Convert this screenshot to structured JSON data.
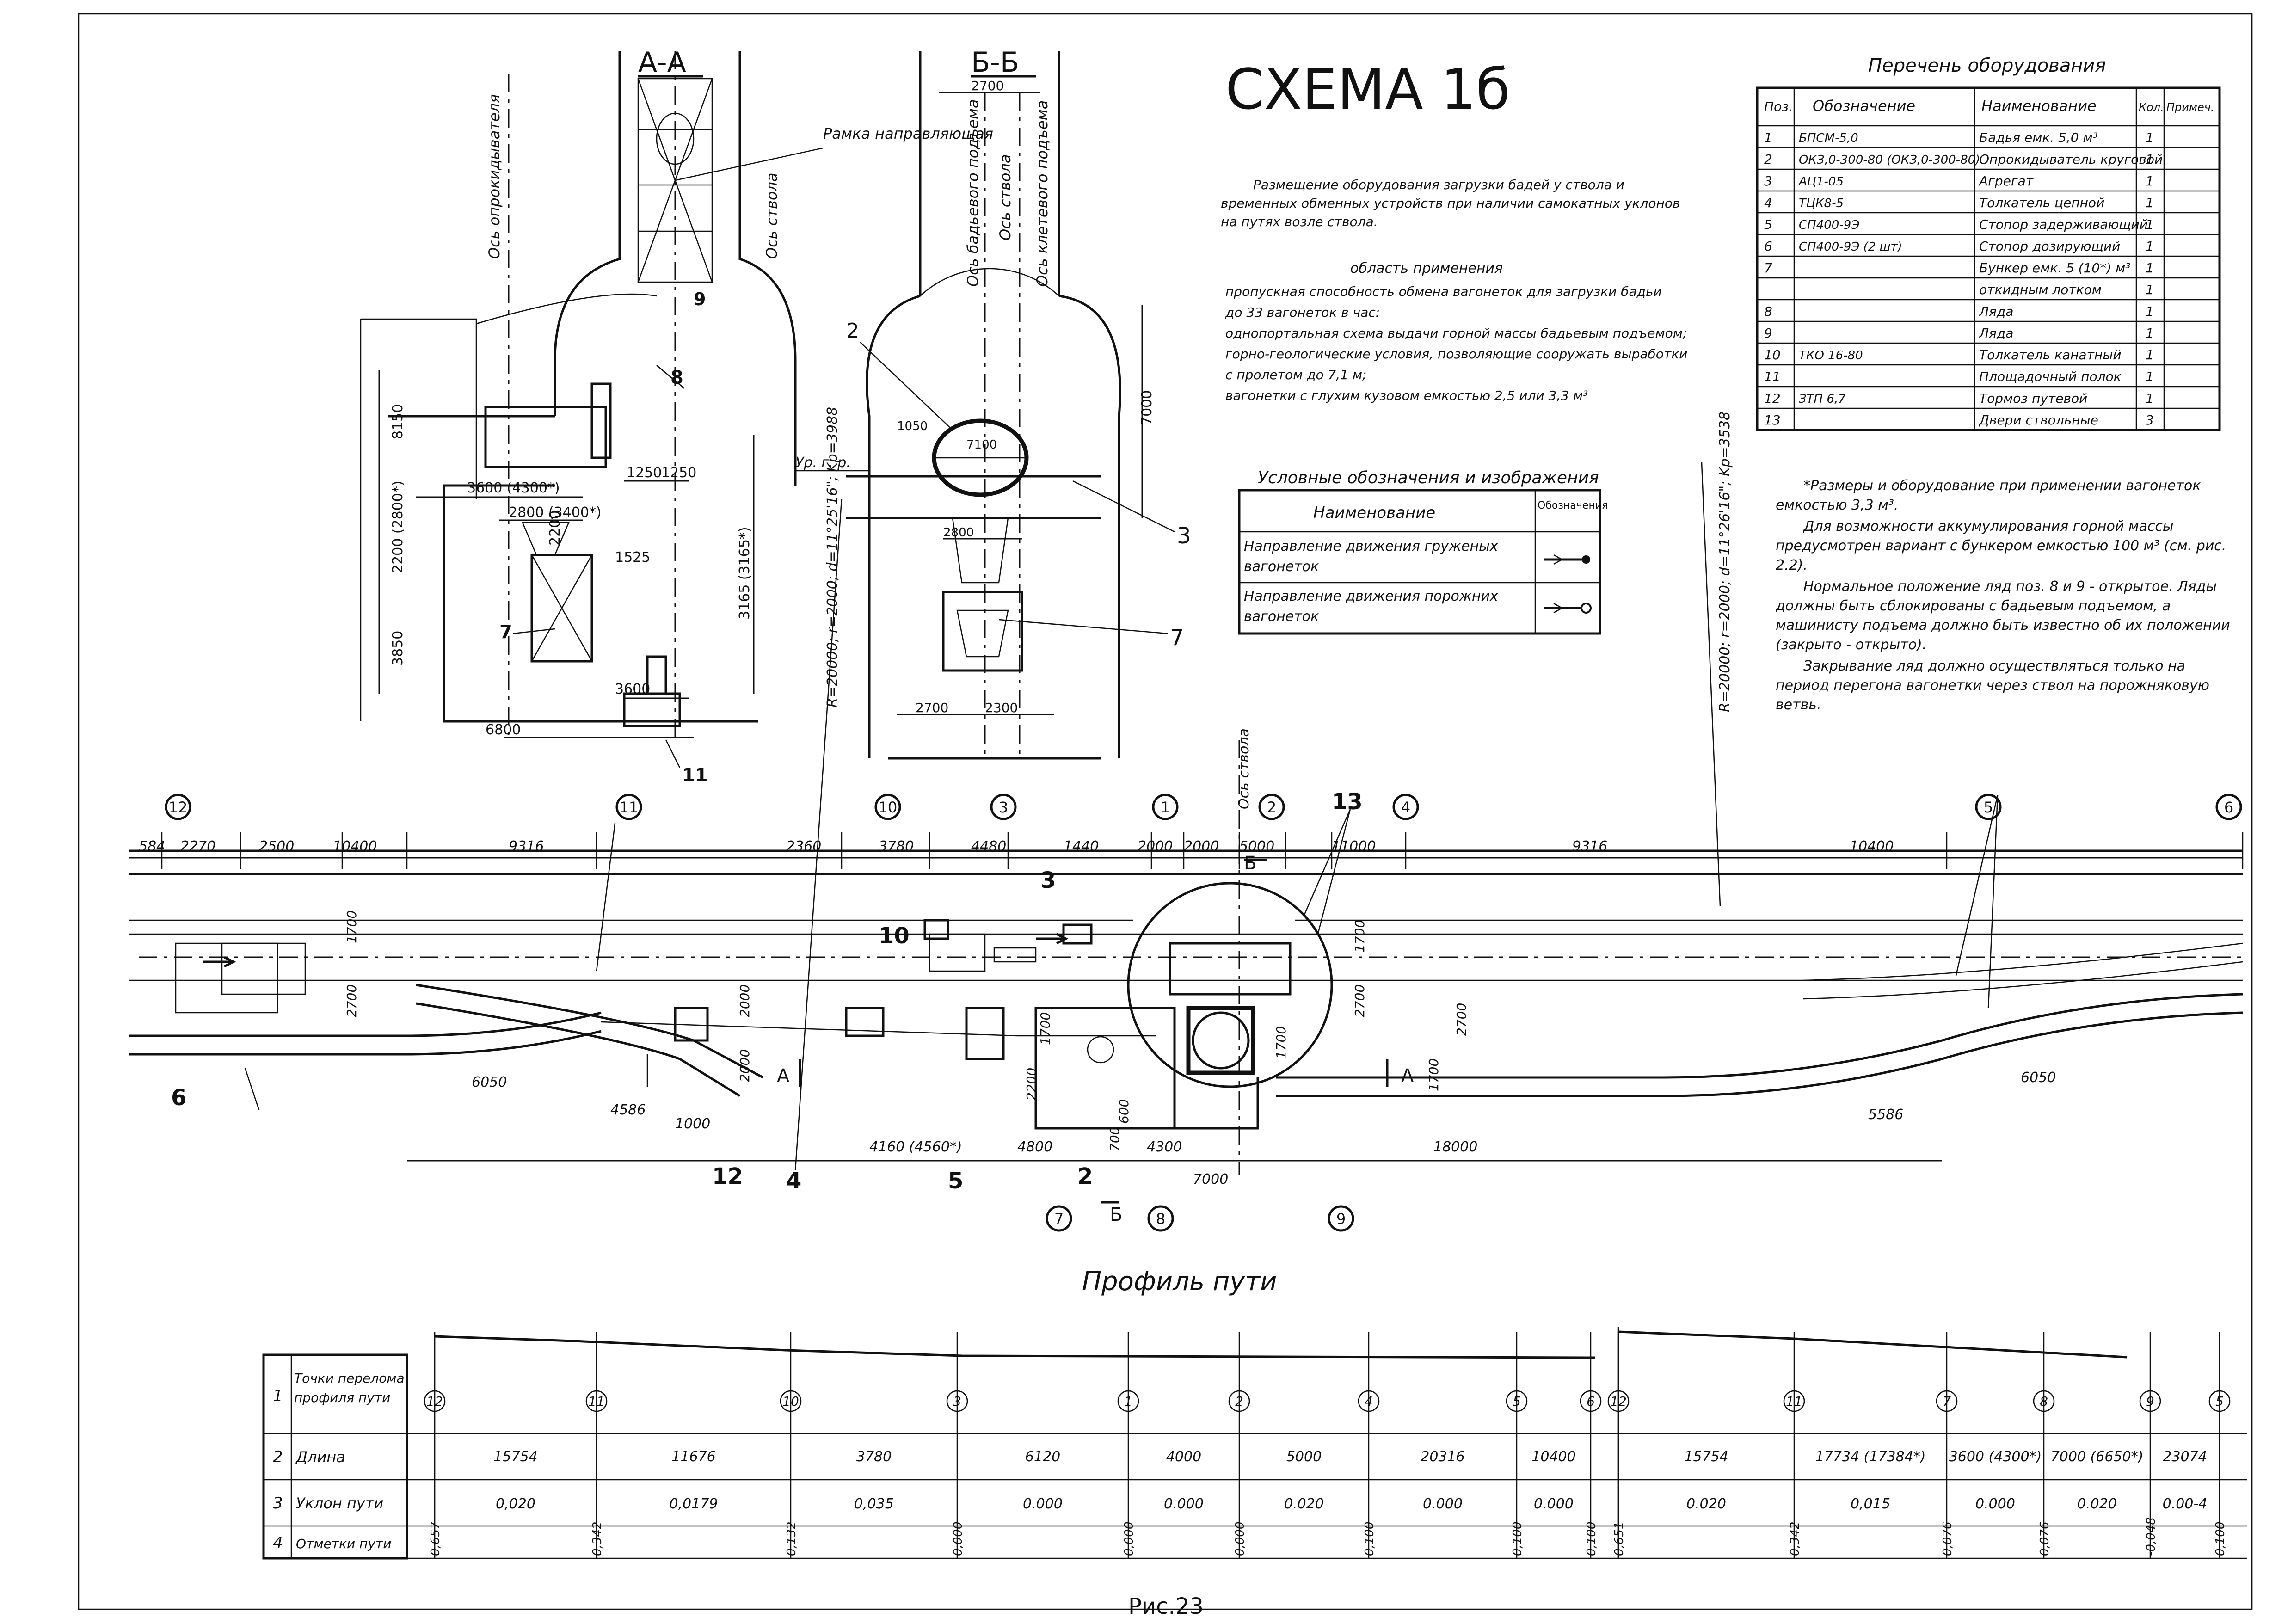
{
  "title": "СХЕМА 1б",
  "figure_caption": "Рис.23",
  "sections": {
    "aa": "А-А",
    "bb": "Б-Б"
  },
  "section_aa": {
    "frame_label": "Рамка направляющая",
    "axis_left": "Ось опрокидывателя",
    "axis_right": "Ось ствола",
    "dims": [
      "3600 (4300*)",
      "1250",
      "1250",
      "2800 (3400*)",
      "1525",
      "3600",
      "6800",
      "2200 (2800*)",
      "8150",
      "3850",
      "3165 (3165*)",
      "2200"
    ],
    "pos_labels": [
      "9",
      "8",
      "7",
      "11"
    ]
  },
  "section_bb": {
    "axis_1": "Ось бадьевого подъема",
    "axis_2": "Ось ствола",
    "axis_3": "Ось клетевого подъема",
    "level": "Ур. г. р.",
    "dims": [
      "2700",
      "1050",
      "7100",
      "2800",
      "7000",
      "2700",
      "2300"
    ],
    "pos_labels": [
      "2",
      "3",
      "7"
    ]
  },
  "description": {
    "paragraph": "Размещение оборудования загрузки бадей у ствола и временных обменных устройств при наличии самокатных уклонов на путях возле ствола.",
    "scope_title": "область применения",
    "scope_lines": [
      "пропускная способность обмена вагонеток для загрузки бадьи",
      "до 33 вагонеток в час:",
      "однопортальная схема выдачи горной массы бадьевым подъемом;",
      "горно-геологические условия, позволяющие сооружать выработки",
      "с пролетом до 7,1 м;",
      "вагонетки с глухим кузовом емкостью 2,5 или 3,3 м³"
    ]
  },
  "equipment": {
    "title": "Перечень оборудования",
    "headers": [
      "Поз.",
      "Обозначение",
      "Наименование",
      "Кол.",
      "Примеч."
    ],
    "rows": [
      [
        "1",
        "БПСМ-5,0",
        "Бадья емк. 5,0 м³",
        "1",
        ""
      ],
      [
        "2",
        "ОКЗ,0-300-80 (ОКЗ,0-300-80)",
        "Опрокидыватель круговой",
        "1",
        ""
      ],
      [
        "3",
        "АЦ1-05",
        "Агрегат",
        "1",
        ""
      ],
      [
        "4",
        "ТЦК8-5",
        "Толкатель цепной",
        "1",
        ""
      ],
      [
        "5",
        "СП400-9Э",
        "Стопор задерживающий",
        "1",
        ""
      ],
      [
        "6",
        "СП400-9Э (2 шт)",
        "Стопор дозирующий",
        "1",
        ""
      ],
      [
        "7",
        "",
        "Бункер емк. 5 (10*) м³",
        "1",
        ""
      ],
      [
        "",
        "",
        "откидным лотком",
        "1",
        ""
      ],
      [
        "8",
        "",
        "Ляда",
        "1",
        ""
      ],
      [
        "9",
        "",
        "Ляда",
        "1",
        ""
      ],
      [
        "10",
        "ТКО 16-80",
        "Толкатель канатный",
        "1",
        ""
      ],
      [
        "11",
        "",
        "Площадочный полок",
        "1",
        ""
      ],
      [
        "12",
        "ЗТП 6,7",
        "Тормоз путевой",
        "1",
        ""
      ],
      [
        "13",
        "",
        "Двери ствольные",
        "3",
        ""
      ]
    ]
  },
  "legend": {
    "title": "Условные обозначения и изображения",
    "headers": [
      "Наименование",
      "Обозначения"
    ],
    "rows": [
      [
        "Направление движения груженых вагонеток"
      ],
      [
        "Направление движения порожних вагонеток"
      ]
    ]
  },
  "notes": [
    "*Размеры и оборудование при применении вагонеток емкостью 3,3 м³.",
    "Для возможности аккумулирования горной массы предусмотрен вариант с бункером емкостью 100 м³ (см. рис. 2.2).",
    "Нормальное положение ляд поз. 8 и 9 - открытое. Ляды должны быть сблокированы с бадьевым подъемом, а машинисту подъема должно быть известно об их положении (закрыто - открыто).",
    "Закрывание ляд должно осуществляться только на период перегона вагонетки через ствол на порожняковую ветвь."
  ],
  "plan": {
    "top_dims": [
      "584",
      "2270",
      "2500",
      "10400",
      "9316",
      "2360",
      "3780",
      "4480",
      "1440",
      "2000",
      "2000",
      "5000",
      "11000",
      "9316",
      "10400"
    ],
    "bottom_dims": [
      "6050",
      "4586",
      "1000",
      "4160 (4560*)",
      "4800",
      "4300",
      "7000",
      "18000",
      "5586",
      "6050"
    ],
    "side_dims": [
      "1700",
      "2700",
      "2000",
      "2000",
      "1700",
      "2200",
      "2700",
      "1700",
      "1700",
      "2700",
      "600",
      "700",
      "1700"
    ],
    "curve_left": "R=20000; r=2000; d=11°25'16\"; Kр=3988",
    "curve_right": "R=20000; r=2000; d=11°26'16\"; Kр=3538",
    "axis_label": "Ось ствола",
    "section_a": "А",
    "section_b": "Б",
    "circles_top": [
      "12",
      "11",
      "10",
      "3",
      "1",
      "2",
      "4",
      "5",
      "6"
    ],
    "circles_bottom": [
      "7",
      "8",
      "9"
    ],
    "pos_numbers": [
      "12",
      "4",
      "5",
      "2",
      "3",
      "13",
      "10",
      "6"
    ]
  },
  "profile": {
    "title": "Профиль пути",
    "row_labels": [
      "Точки перелома профиля пути",
      "Длина",
      "Уклон пути",
      "Отметки пути"
    ],
    "row_numbers": [
      "1",
      "2",
      "3",
      "4"
    ],
    "left_points": [
      "12",
      "11",
      "10",
      "3",
      "1",
      "2",
      "4",
      "5",
      "6"
    ],
    "left_lengths": [
      "15754",
      "11676",
      "3780",
      "6120",
      "4000",
      "5000",
      "20316",
      "10400"
    ],
    "left_slopes": [
      "0,020",
      "0,0179",
      "0,035",
      "0.000",
      "0.000",
      "0.020",
      "0.000",
      "0.000"
    ],
    "left_marks": [
      "0,657",
      "0,342",
      "0,132",
      "0,000",
      "0,000",
      "0,000",
      "0,100",
      "0,100",
      "0,100"
    ],
    "right_points": [
      "12",
      "11",
      "7",
      "8",
      "9",
      "5"
    ],
    "right_lengths": [
      "15754",
      "17734 (17384*)",
      "3600 (4300*)",
      "7000 (6650*)",
      "23074"
    ],
    "right_slopes": [
      "0.020",
      "0,015",
      "0.000",
      "0.020",
      "0.00-4"
    ],
    "right_marks": [
      "0,651",
      "0,342",
      "0,076",
      "0,076",
      "-0,048",
      "0,100"
    ]
  }
}
